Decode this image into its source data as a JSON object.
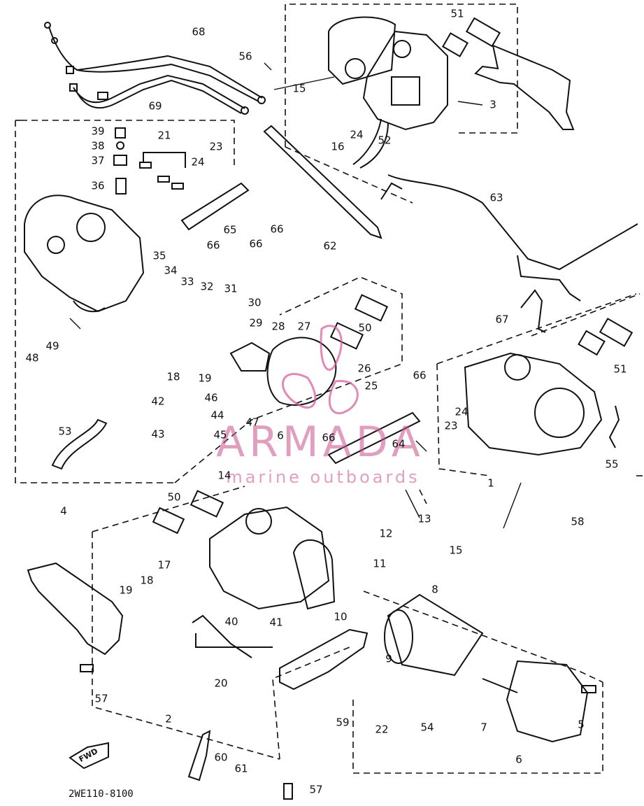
{
  "diagram": {
    "watermark": {
      "brand": "ARMADA",
      "subtitle": "marine outboards"
    },
    "drawing_code": "2WE110-8100",
    "fwd_label": "FWD",
    "callouts": [
      {
        "id": "c1",
        "text": "1"
      },
      {
        "id": "c2",
        "text": "2"
      },
      {
        "id": "c3",
        "text": "3"
      },
      {
        "id": "c4",
        "text": "4"
      },
      {
        "id": "c5",
        "text": "5"
      },
      {
        "id": "c6a",
        "text": "6"
      },
      {
        "id": "c6b",
        "text": "6"
      },
      {
        "id": "c7",
        "text": "7"
      },
      {
        "id": "c8",
        "text": "8"
      },
      {
        "id": "c9",
        "text": "9"
      },
      {
        "id": "c10",
        "text": "10"
      },
      {
        "id": "c11",
        "text": "11"
      },
      {
        "id": "c12",
        "text": "12"
      },
      {
        "id": "c13",
        "text": "13"
      },
      {
        "id": "c14",
        "text": "14"
      },
      {
        "id": "c15a",
        "text": "15"
      },
      {
        "id": "c15b",
        "text": "15"
      },
      {
        "id": "c16",
        "text": "16"
      },
      {
        "id": "c17",
        "text": "17"
      },
      {
        "id": "c18a",
        "text": "18"
      },
      {
        "id": "c18b",
        "text": "18"
      },
      {
        "id": "c19a",
        "text": "19"
      },
      {
        "id": "c19b",
        "text": "19"
      },
      {
        "id": "c20",
        "text": "20"
      },
      {
        "id": "c21",
        "text": "21"
      },
      {
        "id": "c22",
        "text": "22"
      },
      {
        "id": "c23a",
        "text": "23"
      },
      {
        "id": "c23b",
        "text": "23"
      },
      {
        "id": "c24a",
        "text": "24"
      },
      {
        "id": "c24b",
        "text": "24"
      },
      {
        "id": "c24c",
        "text": "24"
      },
      {
        "id": "c25",
        "text": "25"
      },
      {
        "id": "c26",
        "text": "26"
      },
      {
        "id": "c27",
        "text": "27"
      },
      {
        "id": "c28",
        "text": "28"
      },
      {
        "id": "c29",
        "text": "29"
      },
      {
        "id": "c30",
        "text": "30"
      },
      {
        "id": "c31",
        "text": "31"
      },
      {
        "id": "c32",
        "text": "32"
      },
      {
        "id": "c33",
        "text": "33"
      },
      {
        "id": "c34",
        "text": "34"
      },
      {
        "id": "c35",
        "text": "35"
      },
      {
        "id": "c36",
        "text": "36"
      },
      {
        "id": "c37",
        "text": "37"
      },
      {
        "id": "c38",
        "text": "38"
      },
      {
        "id": "c39",
        "text": "39"
      },
      {
        "id": "c40",
        "text": "40"
      },
      {
        "id": "c41",
        "text": "41"
      },
      {
        "id": "c42",
        "text": "42"
      },
      {
        "id": "c43",
        "text": "43"
      },
      {
        "id": "c44",
        "text": "44"
      },
      {
        "id": "c45",
        "text": "45"
      },
      {
        "id": "c46",
        "text": "46"
      },
      {
        "id": "c47",
        "text": "47"
      },
      {
        "id": "c48",
        "text": "48"
      },
      {
        "id": "c49",
        "text": "49"
      },
      {
        "id": "c50a",
        "text": "50"
      },
      {
        "id": "c50b",
        "text": "50"
      },
      {
        "id": "c51a",
        "text": "51"
      },
      {
        "id": "c51b",
        "text": "51"
      },
      {
        "id": "c52",
        "text": "52"
      },
      {
        "id": "c53",
        "text": "53"
      },
      {
        "id": "c54",
        "text": "54"
      },
      {
        "id": "c55",
        "text": "55"
      },
      {
        "id": "c56",
        "text": "56"
      },
      {
        "id": "c57a",
        "text": "57"
      },
      {
        "id": "c57b",
        "text": "57"
      },
      {
        "id": "c58",
        "text": "58"
      },
      {
        "id": "c59",
        "text": "59"
      },
      {
        "id": "c60",
        "text": "60"
      },
      {
        "id": "c61",
        "text": "61"
      },
      {
        "id": "c62",
        "text": "62"
      },
      {
        "id": "c63",
        "text": "63"
      },
      {
        "id": "c64",
        "text": "64"
      },
      {
        "id": "c65",
        "text": "65"
      },
      {
        "id": "c66a",
        "text": "66"
      },
      {
        "id": "c66b",
        "text": "66"
      },
      {
        "id": "c66c",
        "text": "66"
      },
      {
        "id": "c66d",
        "text": "66"
      },
      {
        "id": "c66e",
        "text": "66"
      },
      {
        "id": "c67",
        "text": "67"
      },
      {
        "id": "c68",
        "text": "68"
      },
      {
        "id": "c69",
        "text": "69"
      }
    ],
    "colors": {
      "line": "#111111",
      "watermark": "#d65a98",
      "background": "#ffffff"
    }
  }
}
